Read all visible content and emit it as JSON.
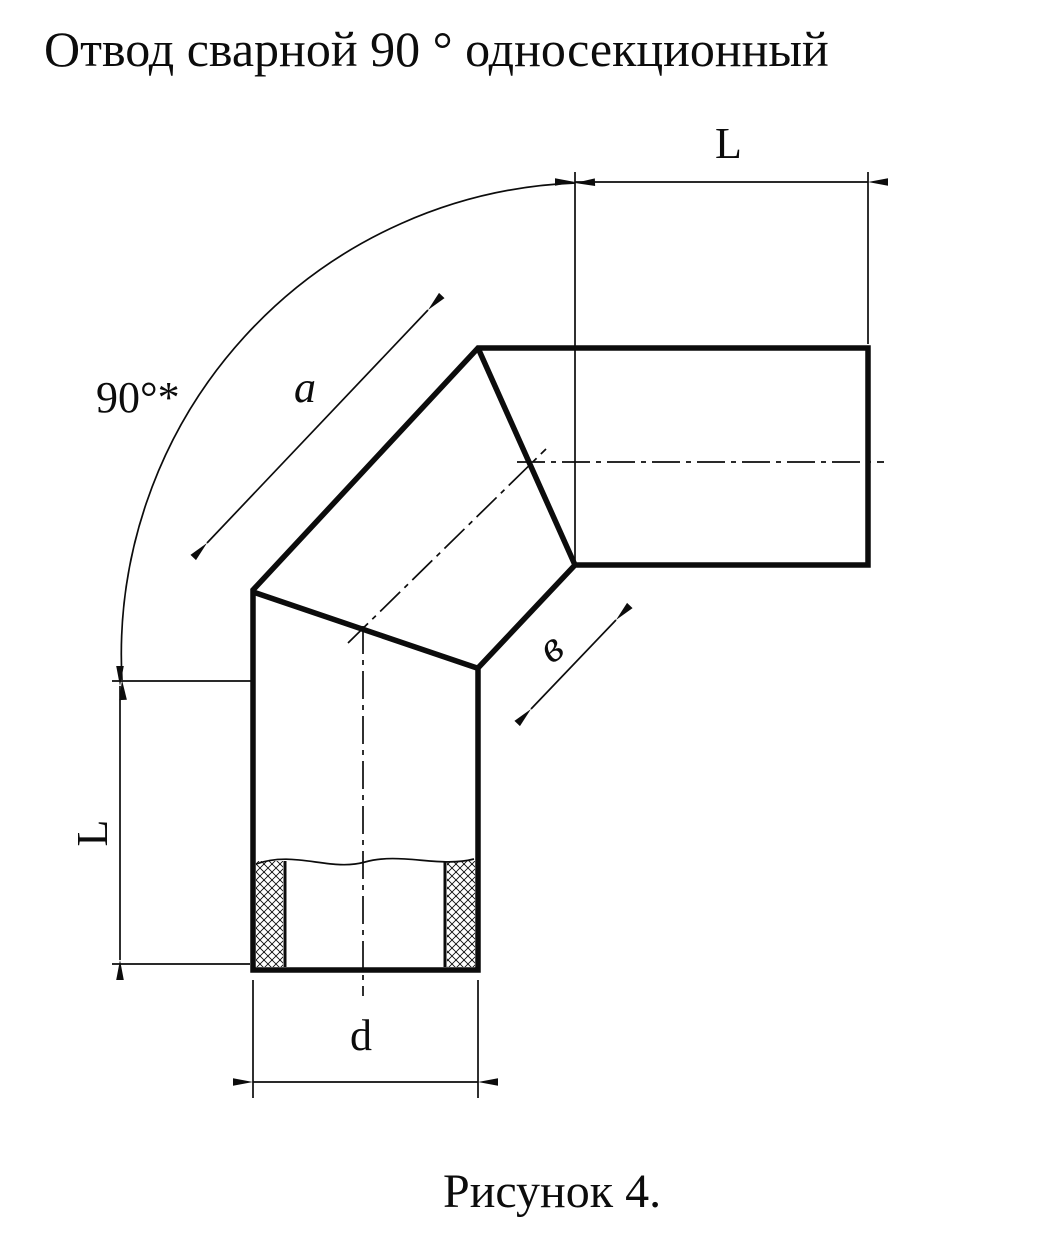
{
  "title": "Отвод сварной 90 ° односекционный",
  "figure": {
    "caption": "Рисунок 4."
  },
  "labels": {
    "length_top": "L",
    "length_left": "L",
    "angle": "90°*",
    "segment": "a",
    "seam_width": "в",
    "diameter": "d"
  },
  "colors": {
    "ink": "#0c0c0c",
    "paper": "#ffffff"
  }
}
